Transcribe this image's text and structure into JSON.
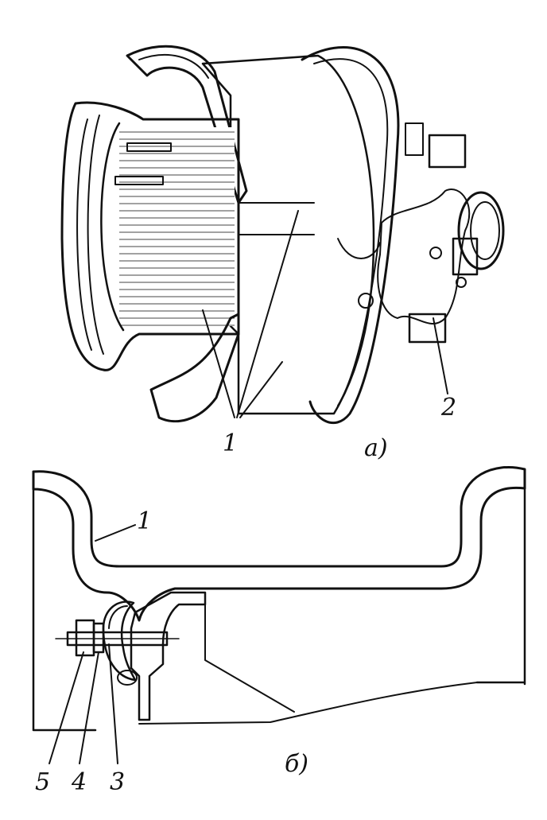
{
  "figure_a": {
    "caption": "a)",
    "labels": {
      "rim_parts": "1",
      "spider": "2"
    }
  },
  "figure_b": {
    "caption": "б)",
    "labels": {
      "rim": "1",
      "clamp": "3",
      "washer": "4",
      "nut": "5"
    }
  }
}
